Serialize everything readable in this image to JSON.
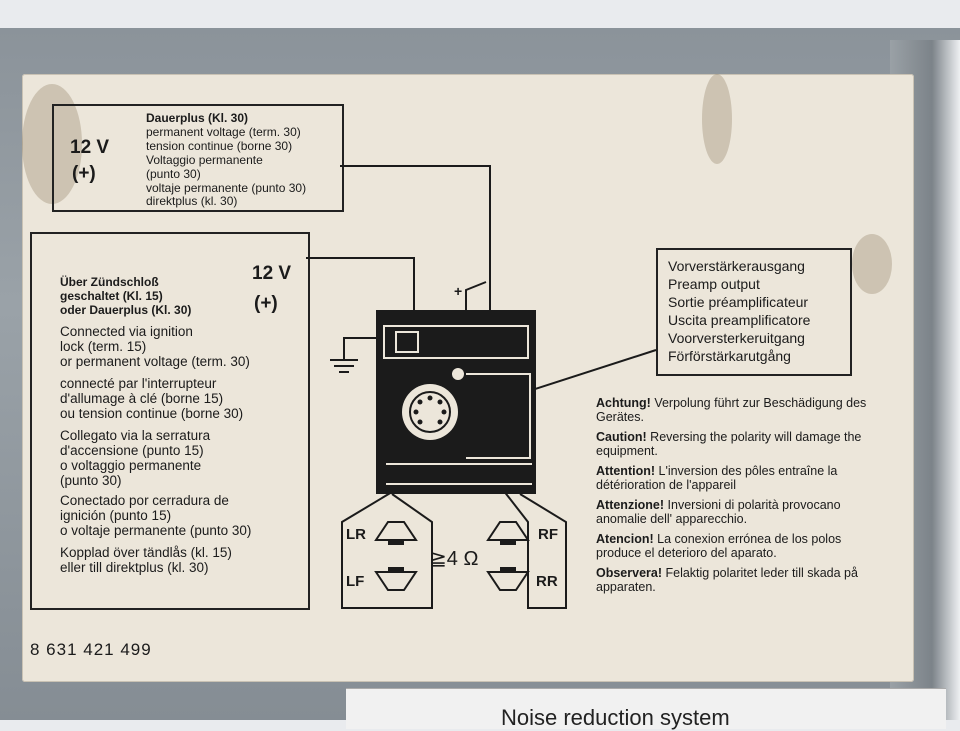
{
  "perm_box": {
    "voltage": "12 V",
    "polarity": "(+)",
    "lines": [
      "Dauerplus (Kl. 30)",
      "permanent voltage (term. 30)",
      "tension continue (borne 30)",
      "Voltaggio permanente",
      "(punto 30)",
      "voltaje permanente (punto 30)",
      "direktplus (kl. 30)"
    ]
  },
  "ign_box": {
    "voltage": "12 V",
    "polarity": "(+)",
    "bold_lines": [
      "Über Zündschloß",
      "geschaltet (Kl. 15)",
      "oder Dauerplus (Kl. 30)"
    ],
    "lines": [
      "Connected via ignition",
      "lock (term. 15)",
      "or permanent voltage (term. 30)",
      "connecté par l'interrupteur",
      "d'allumage à clé (borne 15)",
      "ou tension continue (borne 30)",
      "Collegato via la serratura",
      "d'accensione (punto 15)",
      "o voltaggio permanente",
      "(punto 30)",
      "Conectado por cerradura de",
      "ignición (punto 15)",
      "o voltaje permanente (punto 30)",
      "Kopplad över tändlås (kl. 15)",
      "eller till direktplus (kl. 30)"
    ]
  },
  "preamp_box": {
    "lines": [
      "Vorverstärkerausgang",
      "Preamp output",
      "Sortie préamplificateur",
      "Uscita preamplificatore",
      "Voorversterkeruitgang",
      "Förförstärkarutgång"
    ]
  },
  "switch_plus": "+",
  "speakers": {
    "lr": "LR",
    "rf": "RF",
    "lf": "LF",
    "rr": "RR",
    "impedance": "≧4 Ω"
  },
  "warnings": [
    {
      "head": "Achtung!",
      "text": " Verpolung führt zur Beschädigung des Gerätes."
    },
    {
      "head": "Caution!",
      "text": " Reversing the polarity will damage the equipment."
    },
    {
      "head": "Attention!",
      "text": " L'inversion des pôles entraîne la détérioration de l'appareil"
    },
    {
      "head": "Attenzione!",
      "text": " Inversioni di polarità provocano anomalie dell' apparecchio."
    },
    {
      "head": "Atencion!",
      "text": " La conexion errónea de los polos produce el deterioro del aparato."
    },
    {
      "head": "Observera!",
      "text": " Felaktig polaritet leder till skada på apparaten."
    }
  ],
  "part_number": "8 631 421 499",
  "bottom_label": "Noise reduction system",
  "colors": {
    "sticker": "#ece6da",
    "ink": "#1b1b1b",
    "metal": "#8b939a"
  }
}
